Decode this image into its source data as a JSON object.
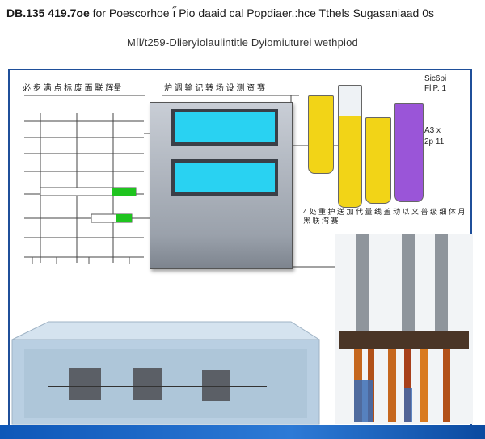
{
  "header": {
    "title_bold": "DB.135 419.7oe",
    "title_rest": "for Poescorhoe ı̋ Pio daaid cal Popdiaer.:hce Tthels Sugasaniaad 0s",
    "subtitle": "Míl/t259-Dlieryiolaulintitle Dyiomiuturei wethpiod"
  },
  "labels": {
    "left_top": "必 步 满 点 标 废 面 联 辉量",
    "mid_top": "炉 调 输 记 转 场 设 测 资 赛",
    "right_top_1": "Sic6pi",
    "right_top_2": "Fl’P. 1",
    "right_mid_1": "A3 x",
    "right_mid_2": "2p 11",
    "right_caption": "4 处 重 护 送 加 代 量 线 盖 动 以 义 普 级 细 体 月 黑 联 湾 赛"
  },
  "colors": {
    "frame": "#1f4f9a",
    "screen": "#29d2f2",
    "vial_yellow": "#f2d417",
    "vial_purple": "#9a55d8",
    "indicator_green": "#1fc41f"
  },
  "icons": [
    "flow-diagram",
    "control-unit",
    "sample-vials",
    "tube-rack",
    "bioreactor-box"
  ]
}
